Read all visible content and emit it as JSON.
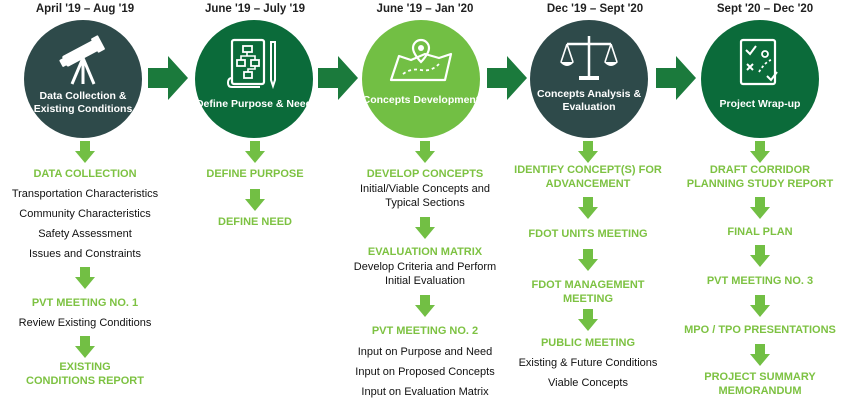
{
  "colors": {
    "dark_teal": "#2e4a4a",
    "dark_green": "#0b6b3a",
    "light_green": "#72bf44",
    "accent_green": "#7dc242",
    "arrow_green": "#1b7a3c"
  },
  "phases": [
    {
      "date": "April '19 – Aug '19",
      "title": "Data Collection & Existing Conditions",
      "icon": "telescope-icon",
      "items": [
        {
          "kind": "h",
          "text": "DATA COLLECTION"
        },
        {
          "kind": "t",
          "text": "Transportation Characteristics"
        },
        {
          "kind": "t",
          "text": "Community Characteristics"
        },
        {
          "kind": "t",
          "text": "Safety Assessment"
        },
        {
          "kind": "t",
          "text": "Issues and Constraints"
        },
        {
          "kind": "h",
          "text": "PVT MEETING NO. 1"
        },
        {
          "kind": "t",
          "text": "Review Existing Conditions"
        },
        {
          "kind": "h",
          "text": "EXISTING CONDITIONS REPORT"
        }
      ]
    },
    {
      "date": "June '19 – July '19",
      "title": "Define Purpose & Need",
      "icon": "flowchart-document-icon",
      "items": [
        {
          "kind": "h",
          "text": "DEFINE PURPOSE"
        },
        {
          "kind": "h",
          "text": "DEFINE NEED"
        }
      ]
    },
    {
      "date": "June '19 – Jan '20",
      "title": "Concepts Development",
      "icon": "map-pin-icon",
      "items": [
        {
          "kind": "h",
          "text": "DEVELOP CONCEPTS"
        },
        {
          "kind": "t",
          "text": "Initial/Viable Concepts and Typical Sections"
        },
        {
          "kind": "h",
          "text": "EVALUATION MATRIX"
        },
        {
          "kind": "t",
          "text": "Develop Criteria and Perform Initial Evaluation"
        },
        {
          "kind": "h",
          "text": "PVT MEETING NO. 2"
        },
        {
          "kind": "t",
          "text": "Input on Purpose and Need"
        },
        {
          "kind": "t",
          "text": "Input on Proposed Concepts"
        },
        {
          "kind": "t",
          "text": "Input on Evaluation Matrix"
        }
      ]
    },
    {
      "date": "Dec '19 – Sept '20",
      "title": "Concepts Analysis & Evaluation",
      "icon": "scales-icon",
      "items": [
        {
          "kind": "h",
          "text": "IDENTIFY CONCEPT(S) FOR ADVANCEMENT"
        },
        {
          "kind": "h",
          "text": "FDOT UNITS MEETING"
        },
        {
          "kind": "h",
          "text": "FDOT MANAGEMENT MEETING"
        },
        {
          "kind": "h",
          "text": "PUBLIC MEETING"
        },
        {
          "kind": "t",
          "text": "Existing & Future Conditions"
        },
        {
          "kind": "t",
          "text": "Viable Concepts"
        }
      ]
    },
    {
      "date": "Sept '20 – Dec '20",
      "title": "Project Wrap-up",
      "icon": "checklist-icon",
      "items": [
        {
          "kind": "h",
          "text": "DRAFT CORRIDOR PLANNING STUDY REPORT"
        },
        {
          "kind": "h",
          "text": "FINAL PLAN"
        },
        {
          "kind": "h",
          "text": "PVT MEETING NO. 3"
        },
        {
          "kind": "h",
          "text": "MPO / TPO PRESENTATIONS"
        },
        {
          "kind": "h",
          "text": "PROJECT SUMMARY MEMORANDUM"
        }
      ]
    }
  ]
}
